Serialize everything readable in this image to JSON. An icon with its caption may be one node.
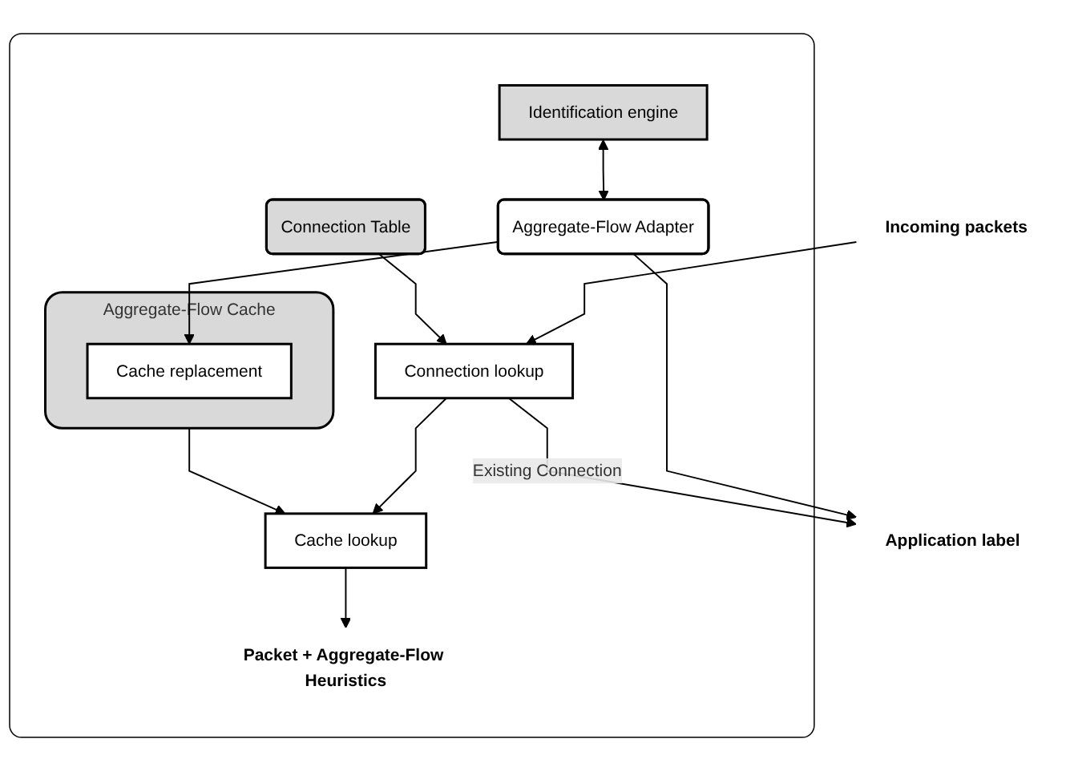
{
  "diagram": {
    "nodes": [
      {
        "text": [],
        "shape": "box"
      },
      {
        "text": [
          "Incoming packets"
        ]
      },
      {
        "text": [
          "Connection Table"
        ],
        "in": 0
      },
      {
        "text": [
          "Connection lookup"
        ],
        "in": 0
      },
      {
        "text": [
          "Cache lookup"
        ],
        "in": 0
      },
      {
        "text": [
          "Aggregate-Flow Cache"
        ],
        "in": 0
      },
      {
        "text": [
          "Cache replacement"
        ],
        "in": 5
      },
      {
        "text": [
          "Packet + Aggregate-Flow Heuristics"
        ],
        "in": 0
      },
      {
        "text": [
          "Identification engine"
        ],
        "in": 0
      },
      {
        "text": [
          "Aggregate-Flow Adapter"
        ],
        "in": 0
      },
      {
        "text": [
          "Application label"
        ]
      }
    ],
    "edges": [
      {
        "from": 1,
        "to": 3,
        "arrow": "to"
      },
      {
        "from": 2,
        "to": 3,
        "arrow": "to"
      },
      {
        "from": 3,
        "to": 4,
        "arrow": "to"
      },
      {
        "from": 5,
        "to": 4,
        "arrow": "to"
      },
      {
        "from": 4,
        "to": 7,
        "arrow": "to"
      },
      {
        "from": 8,
        "to": 9,
        "arrow": "both"
      },
      {
        "from": 9,
        "to": 6,
        "arrow": "to"
      },
      {
        "from": 9,
        "to": 10,
        "arrow": "to"
      },
      {
        "from": 3,
        "to": 10,
        "label": "Existing Connection",
        "arrow": "to"
      }
    ]
  }
}
